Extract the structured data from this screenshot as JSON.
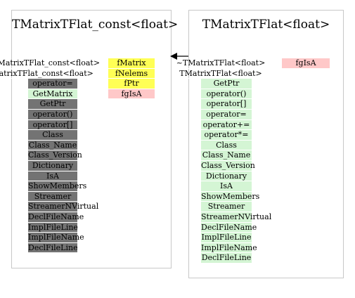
{
  "left_class": {
    "title": "TMatrixTFlat_const<float>",
    "methods": [
      {
        "label": "~TMatrixTFlat_const<float>",
        "style": "plain"
      },
      {
        "label": "TMatrixTFlat_const<float>",
        "style": "plain"
      },
      {
        "label": "operator=",
        "style": "gray"
      },
      {
        "label": "GetMatrix",
        "style": "green"
      },
      {
        "label": "GetPtr",
        "style": "gray"
      },
      {
        "label": "operator()",
        "style": "gray"
      },
      {
        "label": "operator[]",
        "style": "gray"
      },
      {
        "label": "Class",
        "style": "gray"
      },
      {
        "label": "Class_Name",
        "style": "gray"
      },
      {
        "label": "Class_Version",
        "style": "gray"
      },
      {
        "label": "Dictionary",
        "style": "gray"
      },
      {
        "label": "IsA",
        "style": "gray"
      },
      {
        "label": "ShowMembers",
        "style": "gray"
      },
      {
        "label": "Streamer",
        "style": "gray"
      },
      {
        "label": "StreamerNVirtual",
        "style": "gray"
      },
      {
        "label": "DeclFileName",
        "style": "gray"
      },
      {
        "label": "ImplFileLine",
        "style": "gray"
      },
      {
        "label": "ImplFileName",
        "style": "gray"
      },
      {
        "label": "DeclFileLine",
        "style": "gray"
      }
    ],
    "data_members": [
      {
        "label": "fMatrix",
        "style": "yellow"
      },
      {
        "label": "fNelems",
        "style": "yellow"
      },
      {
        "label": "fPtr",
        "style": "yellow"
      },
      {
        "label": "fgIsA",
        "style": "pink"
      }
    ]
  },
  "right_class": {
    "title": "TMatrixTFlat<float>",
    "methods": [
      {
        "label": "~TMatrixTFlat<float>",
        "style": "plain"
      },
      {
        "label": "TMatrixTFlat<float>",
        "style": "plain"
      },
      {
        "label": "GetPtr",
        "style": "green"
      },
      {
        "label": "operator()",
        "style": "green"
      },
      {
        "label": "operator[]",
        "style": "green"
      },
      {
        "label": "operator=",
        "style": "green"
      },
      {
        "label": "operator+=",
        "style": "green"
      },
      {
        "label": "operator*=",
        "style": "green"
      },
      {
        "label": "Class",
        "style": "green"
      },
      {
        "label": "Class_Name",
        "style": "green"
      },
      {
        "label": "Class_Version",
        "style": "green"
      },
      {
        "label": "Dictionary",
        "style": "green"
      },
      {
        "label": "IsA",
        "style": "green"
      },
      {
        "label": "ShowMembers",
        "style": "green"
      },
      {
        "label": "Streamer",
        "style": "green"
      },
      {
        "label": "StreamerNVirtual",
        "style": "green"
      },
      {
        "label": "DeclFileName",
        "style": "green"
      },
      {
        "label": "ImplFileLine",
        "style": "green"
      },
      {
        "label": "ImplFileName",
        "style": "green"
      },
      {
        "label": "DeclFileLine",
        "style": "green"
      }
    ],
    "data_members": [
      {
        "label": "fgIsA",
        "style": "pink"
      }
    ]
  },
  "colors": {
    "inherited_method": "#d4f5d4",
    "base_method": "#737373",
    "data_member": "#ffff55",
    "static_member": "#ffc8c8"
  }
}
